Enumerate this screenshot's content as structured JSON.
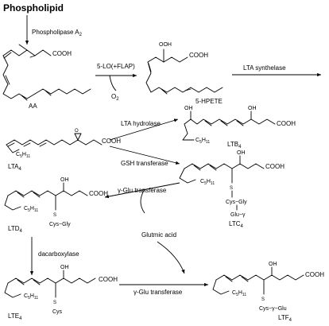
{
  "title": "Phospholipid",
  "enzymes": {
    "phospholipase": "Phospholipase A",
    "phospholipase_sub": "2",
    "lo_flap": "5-LO(+FLAP)",
    "o2": "O",
    "o2_sub": "2",
    "lta_synthetase": "LTA synthelase",
    "lta_hydrolase": "LTA hydrolase",
    "gsh_transferase": "GSH transferase",
    "ggt_left": "γ-Glu transferase",
    "glutamic_acid": "Glutmic acid",
    "dipeptidase": "dacarboxylase",
    "ggt_bottom": "γ-Glu transferase"
  },
  "compounds": {
    "aa": "AA",
    "hpete": "5-HPETE",
    "lta4": "LTA",
    "lta4_sub": "4",
    "ltb4": "LTB",
    "ltb4_sub": "4",
    "ltc4": "LTC",
    "ltc4_sub": "4",
    "ltd4": "LTD",
    "ltd4_sub": "4",
    "lte4": "LTE",
    "lte4_sub": "4",
    "ltf4": "LTF",
    "ltf4_sub": "4"
  },
  "groups": {
    "cooh": "COOH",
    "ooh": "OOH",
    "oh": "OH",
    "c5h11": "C",
    "c5h11_sub": "5",
    "c5h11_sub2": "H",
    "c5h11_sub3": "11",
    "s": "S",
    "cys_gly": "Cys−Gly",
    "glu_gamma": "Glu−γ",
    "cys": "Cys",
    "cys_glu": "Cys−γ−Glu",
    "oxygen": "O"
  }
}
